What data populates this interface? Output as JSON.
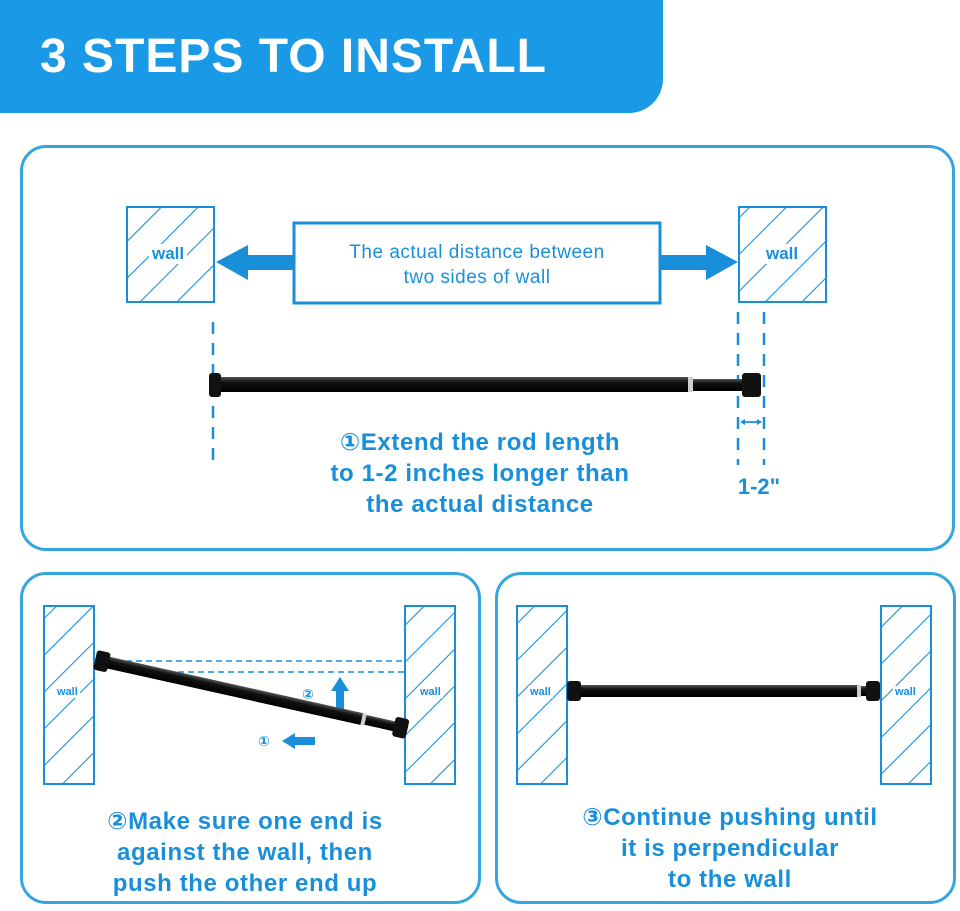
{
  "header": {
    "title": "3 STEPS TO INSTALL"
  },
  "colors": {
    "accent": "#1a9ae6",
    "rod": "#111111",
    "panel_border": "#35a5df"
  },
  "top_panel": {
    "wall_left": "wall",
    "wall_right": "wall",
    "distance_label": [
      "The actual distance between",
      "two sides of wall"
    ],
    "step": [
      "①Extend the rod length",
      "to 1-2 inches longer than",
      "the actual distance"
    ],
    "gap_label": "1-2\""
  },
  "bottom_left_panel": {
    "wall_left": "wall",
    "wall_right": "wall",
    "marker_push_up": "②",
    "marker_push_side": "①",
    "step": [
      "②Make sure one end is",
      "against the wall, then",
      "push the other end up"
    ]
  },
  "bottom_right_panel": {
    "wall_left": "wall",
    "wall_right": "wall",
    "step": [
      "③Continue pushing until",
      "it is perpendicular",
      "to the wall"
    ]
  }
}
